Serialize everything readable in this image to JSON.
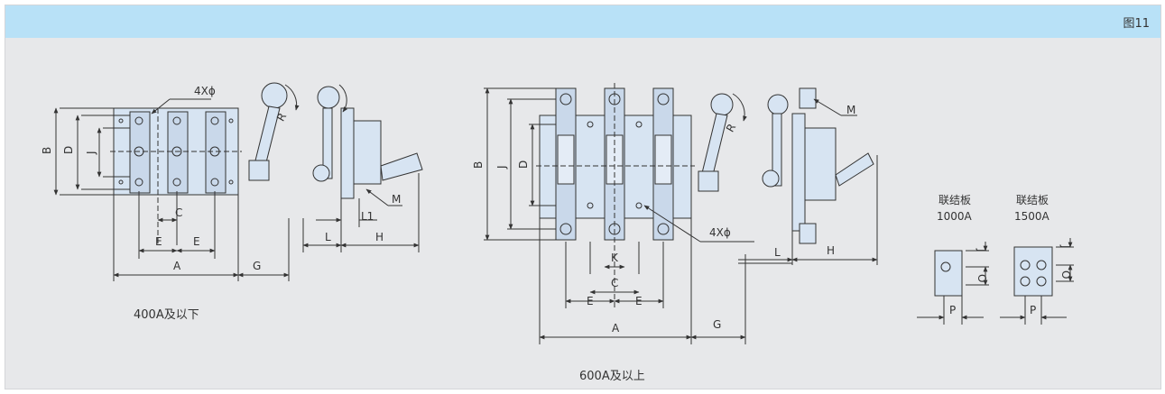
{
  "header": {
    "figure_label": "图11"
  },
  "dims_small": {
    "B": "B",
    "D": "D",
    "J": "J",
    "C": "C",
    "E": "E",
    "A": "A",
    "G": "G",
    "L": "L",
    "L1": "L1",
    "H": "H",
    "M": "M",
    "R": "R",
    "holes": "4Xϕ"
  },
  "dims_large": {
    "B": "B",
    "J": "J",
    "D": "D",
    "K": "K",
    "C": "C",
    "E": "E",
    "A": "A",
    "G": "G",
    "L": "L",
    "H": "H",
    "M": "M",
    "R": "R",
    "holes": "4Xϕ"
  },
  "link_plate": {
    "title": "联结板",
    "ampere_small": "1000A",
    "ampere_large": "1500A",
    "J": "J",
    "O": "O",
    "P": "P"
  },
  "captions": {
    "small": "400A及以下",
    "large": "600A及以上"
  },
  "colors": {
    "header": "#b8e1f7",
    "background": "#e7e8ea",
    "part_fill": "#d7e4f2",
    "line": "#333333"
  }
}
